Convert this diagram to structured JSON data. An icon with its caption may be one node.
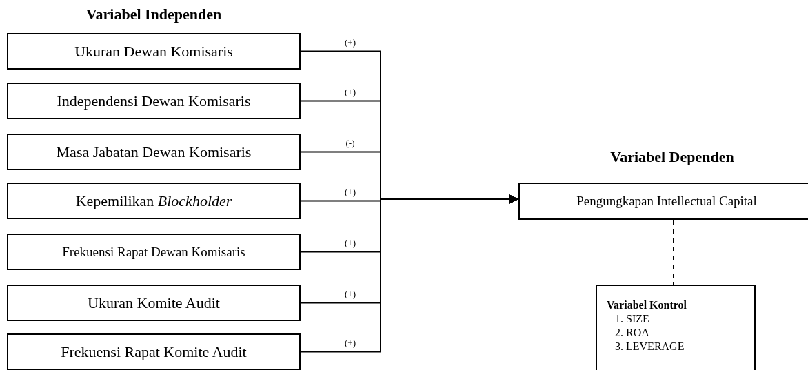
{
  "diagram": {
    "nodes": [
      {
        "text": [
          "Ukuran Dewan Komisaris"
        ]
      },
      {
        "text": [
          "Independensi Dewan Komisaris"
        ]
      },
      {
        "text": [
          "Masa Jabatan Dewan Komisaris"
        ]
      },
      {
        "text": [
          "Kepemilikan *Blockholder*"
        ]
      },
      {
        "text": [
          "Frekuensi Rapat Dewan Komisaris"
        ]
      },
      {
        "text": [
          "Ukuran Komite Audit"
        ]
      },
      {
        "text": [
          "Frekuensi Rapat Komite Audit"
        ]
      },
      {
        "text": [
          "Pengungkapan Intellectual Capital"
        ]
      },
      {
        "text": [
          "Variabel Kontrol",
          "1. SIZE",
          "2. ROA",
          "3. LEVERAGE"
        ]
      }
    ],
    "edges": [
      {
        "from": 0,
        "to": 7,
        "arrow": "to",
        "label": "(+)"
      },
      {
        "from": 1,
        "to": 7,
        "arrow": "to",
        "label": "(+)"
      },
      {
        "from": 2,
        "to": 7,
        "arrow": "to",
        "label": "(-)"
      },
      {
        "from": 3,
        "to": 7,
        "arrow": "to",
        "label": "(+)"
      },
      {
        "from": 4,
        "to": 7,
        "arrow": "to",
        "label": "(+)"
      },
      {
        "from": 5,
        "to": 7,
        "arrow": "to",
        "label": "(+)"
      },
      {
        "from": 6,
        "to": 7,
        "arrow": "to",
        "label": "(+)"
      },
      {
        "from": 7,
        "to": 8,
        "arrow": "none",
        "style": "dashed"
      }
    ],
    "labels": [
      "Variabel Independen",
      "Variabel Dependen"
    ]
  }
}
